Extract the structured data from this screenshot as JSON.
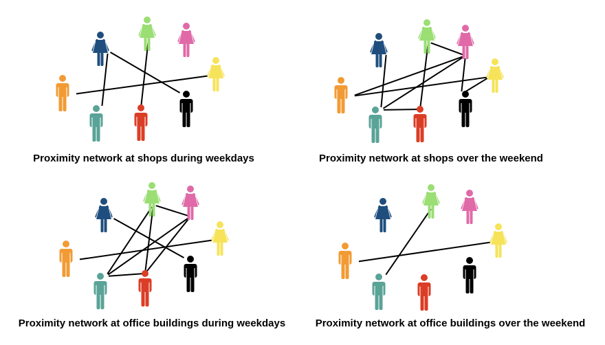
{
  "people": [
    {
      "id": "blue",
      "gender": "female",
      "color": "#1f4e7e"
    },
    {
      "id": "green",
      "gender": "female",
      "color": "#9ade74"
    },
    {
      "id": "pink",
      "gender": "female",
      "color": "#e06aa8"
    },
    {
      "id": "yellow",
      "gender": "female",
      "color": "#f6e35a"
    },
    {
      "id": "orange",
      "gender": "male",
      "color": "#f29b35"
    },
    {
      "id": "teal",
      "gender": "male",
      "color": "#5aa397"
    },
    {
      "id": "red",
      "gender": "male",
      "color": "#db3e26"
    },
    {
      "id": "black",
      "gender": "male",
      "color": "#000000"
    }
  ],
  "panels": [
    {
      "title": "Proximity network at shops during weekdays",
      "edges": [
        [
          "blue",
          "black"
        ],
        [
          "blue",
          "teal"
        ],
        [
          "green",
          "red"
        ],
        [
          "orange",
          "yellow"
        ]
      ]
    },
    {
      "title": "Proximity network at shops over the weekend",
      "edges": [
        [
          "green",
          "pink"
        ],
        [
          "orange",
          "pink"
        ],
        [
          "pink",
          "teal"
        ],
        [
          "blue",
          "teal"
        ],
        [
          "green",
          "red"
        ],
        [
          "orange",
          "yellow"
        ],
        [
          "pink",
          "black"
        ],
        [
          "yellow",
          "black"
        ],
        [
          "teal",
          "red"
        ]
      ]
    },
    {
      "title": "Proximity network at office buildings during weekdays",
      "edges": [
        [
          "blue",
          "black"
        ],
        [
          "green",
          "pink"
        ],
        [
          "green",
          "teal"
        ],
        [
          "green",
          "red"
        ],
        [
          "pink",
          "teal"
        ],
        [
          "pink",
          "red"
        ],
        [
          "orange",
          "yellow"
        ],
        [
          "teal",
          "red"
        ]
      ]
    },
    {
      "title": "Proximity network at office buildings over the weekend",
      "edges": [
        [
          "green",
          "teal"
        ],
        [
          "orange",
          "yellow"
        ]
      ]
    }
  ]
}
